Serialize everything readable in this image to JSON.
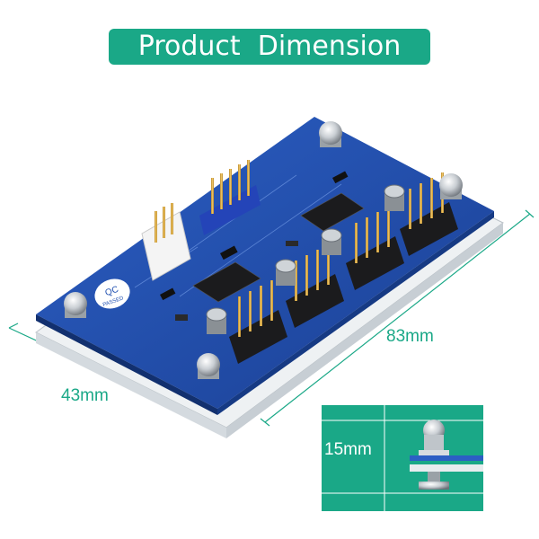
{
  "title": "Product  Dimension",
  "dimensions": {
    "width": "43mm",
    "length": "83mm",
    "height": "15mm"
  },
  "board_marks": {
    "qc_line1": "QC",
    "qc_line2": "PASSED"
  },
  "colors": {
    "accent": "#1aa887",
    "pcb": "#1f4fb0",
    "acrylic": "#e8ecef",
    "header_pin": "#d9a63a"
  }
}
